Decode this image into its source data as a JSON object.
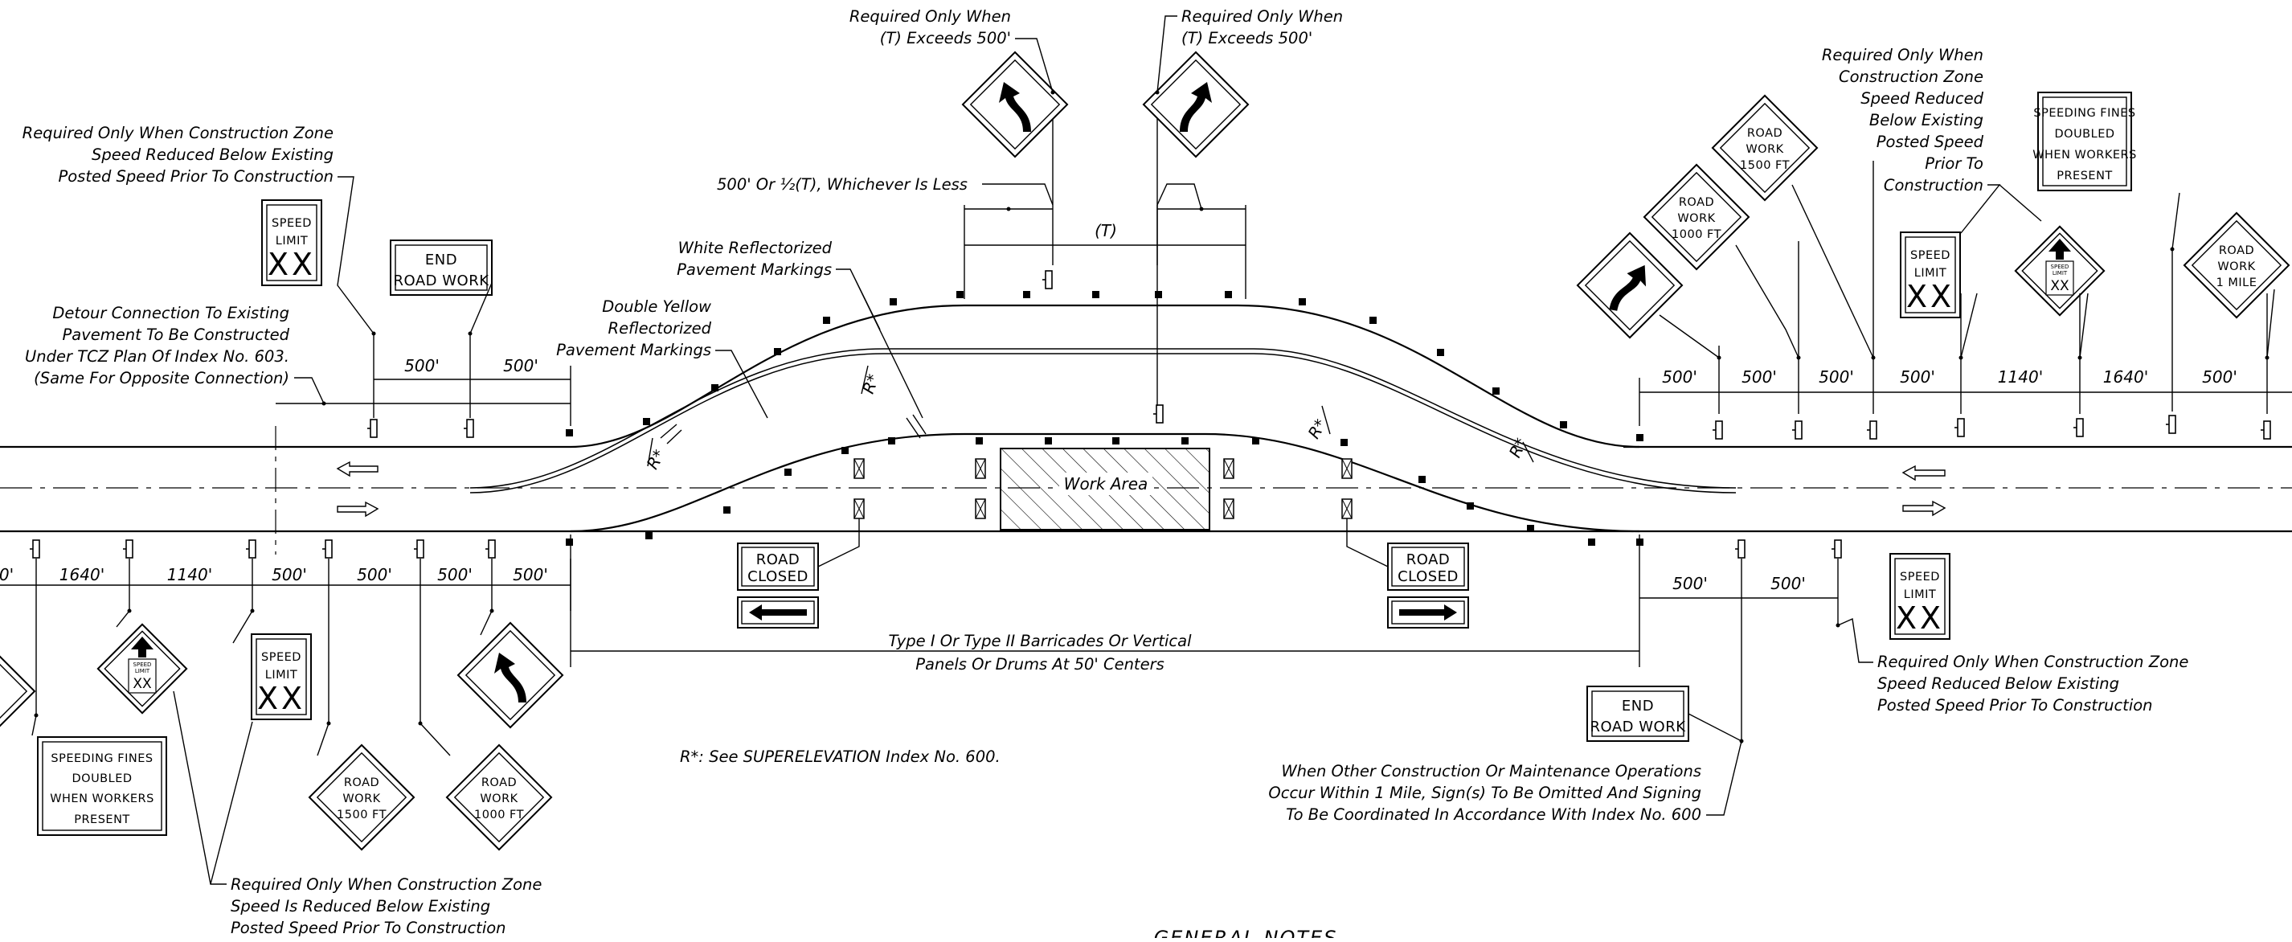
{
  "notes": {
    "reverse_curve_right_top": [
      "Required Only When",
      "(T) Exceeds 500'"
    ],
    "reverse_curve_left_top": [
      "Required Only When",
      "(T) Exceeds 500'"
    ],
    "speed_limit_top_left": [
      "Required Only When Construction Zone",
      "Speed Reduced Below Existing",
      "Posted Speed Prior To Construction"
    ],
    "detour_connection": [
      "Detour Connection To Existing",
      "Pavement To Be Constructed",
      "Under TCZ Plan Of Index No. 603.",
      "(Same For Opposite Connection)"
    ],
    "taper_length": "500' Or ½(T), Whichever Is Less",
    "white_markings": [
      "White Reflectorized",
      "Pavement Markings"
    ],
    "yellow_markings": [
      "Double Yellow",
      "Reflectorized",
      "Pavement Markings"
    ],
    "speed_limit_top_right": [
      "Required Only When",
      "Construction Zone",
      "Speed Reduced",
      "Below Existing",
      "Posted Speed",
      "Prior To",
      "Construction"
    ],
    "speed_limit_bottom_right": [
      "Required Only When Construction Zone",
      "Speed Reduced Below Existing",
      "Posted Speed Prior To Construction"
    ],
    "speed_limit_bottom_left": [
      "Required Only When Construction Zone",
      "Speed Is Reduced Below Existing",
      "Posted Speed Prior To Construction"
    ],
    "barricades": [
      "Type I  Or Type II  Barricades Or Vertical",
      "Panels Or Drums At 50' Centers"
    ],
    "superelevation": "R*:  See SUPERELEVATION Index No. 600.",
    "other_operations": [
      "When Other Construction Or Maintenance Operations",
      "Occur Within 1 Mile, Sign(s) To Be Omitted And Signing",
      "To Be Coordinated In Accordance With Index No. 600"
    ]
  },
  "labels": {
    "tangent": "(T)",
    "radius": "R*",
    "work_area": "Work Area",
    "general_notes": "GENERAL NOTES"
  },
  "signs": {
    "speed_limit": [
      "SPEED",
      "LIMIT",
      "XX"
    ],
    "end_road_work": [
      "END",
      "ROAD WORK"
    ],
    "road_work_1500": [
      "ROAD",
      "WORK",
      "1500 FT"
    ],
    "road_work_1000": [
      "ROAD",
      "WORK",
      "1000 FT"
    ],
    "road_work_1mile": [
      "ROAD",
      "WORK",
      "1 MILE"
    ],
    "fines_doubled": [
      "SPEEDING FINES",
      "DOUBLED",
      "WHEN WORKERS",
      "PRESENT"
    ],
    "road_closed": [
      "ROAD",
      "CLOSED"
    ],
    "speed_limit_small": [
      "SPEED",
      "LIMIT",
      "XX"
    ]
  },
  "dimensions": {
    "top_left": [
      "500'",
      "500'"
    ],
    "top_right": [
      "500'",
      "500'",
      "500'",
      "500'",
      "1140'",
      "1640'",
      "500'"
    ],
    "bottom_left": [
      "0'",
      "1640'",
      "1140'",
      "500'",
      "500'",
      "500'",
      "500'"
    ],
    "bottom_right": [
      "500'",
      "500'"
    ]
  }
}
